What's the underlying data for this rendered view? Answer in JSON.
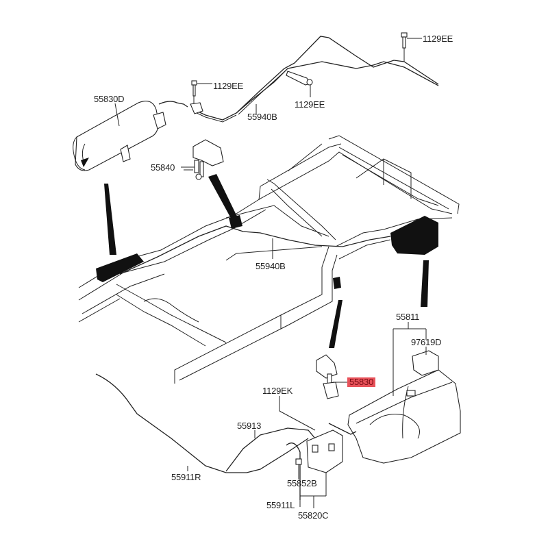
{
  "diagram": {
    "title": "Parking brake cable & actuator assembly (frame view)",
    "highlight_color": "#e8525a",
    "labels": {
      "l_1129ee_top_right": "1129EE",
      "l_1129ee_mid_left": "1129EE",
      "l_1129ee_mid": "1129EE",
      "l_55830d": "55830D",
      "l_55940b_top": "55940B",
      "l_55840": "55840",
      "l_55940b_frame": "55940B",
      "l_55811": "55811",
      "l_97619d": "97619D",
      "l_55830": "55830",
      "l_1129ek": "1129EK",
      "l_55913": "55913",
      "l_55911r": "55911R",
      "l_55852b": "55852B",
      "l_55911l": "55911L",
      "l_55820c": "55820C"
    },
    "highlighted_part": "55830"
  }
}
